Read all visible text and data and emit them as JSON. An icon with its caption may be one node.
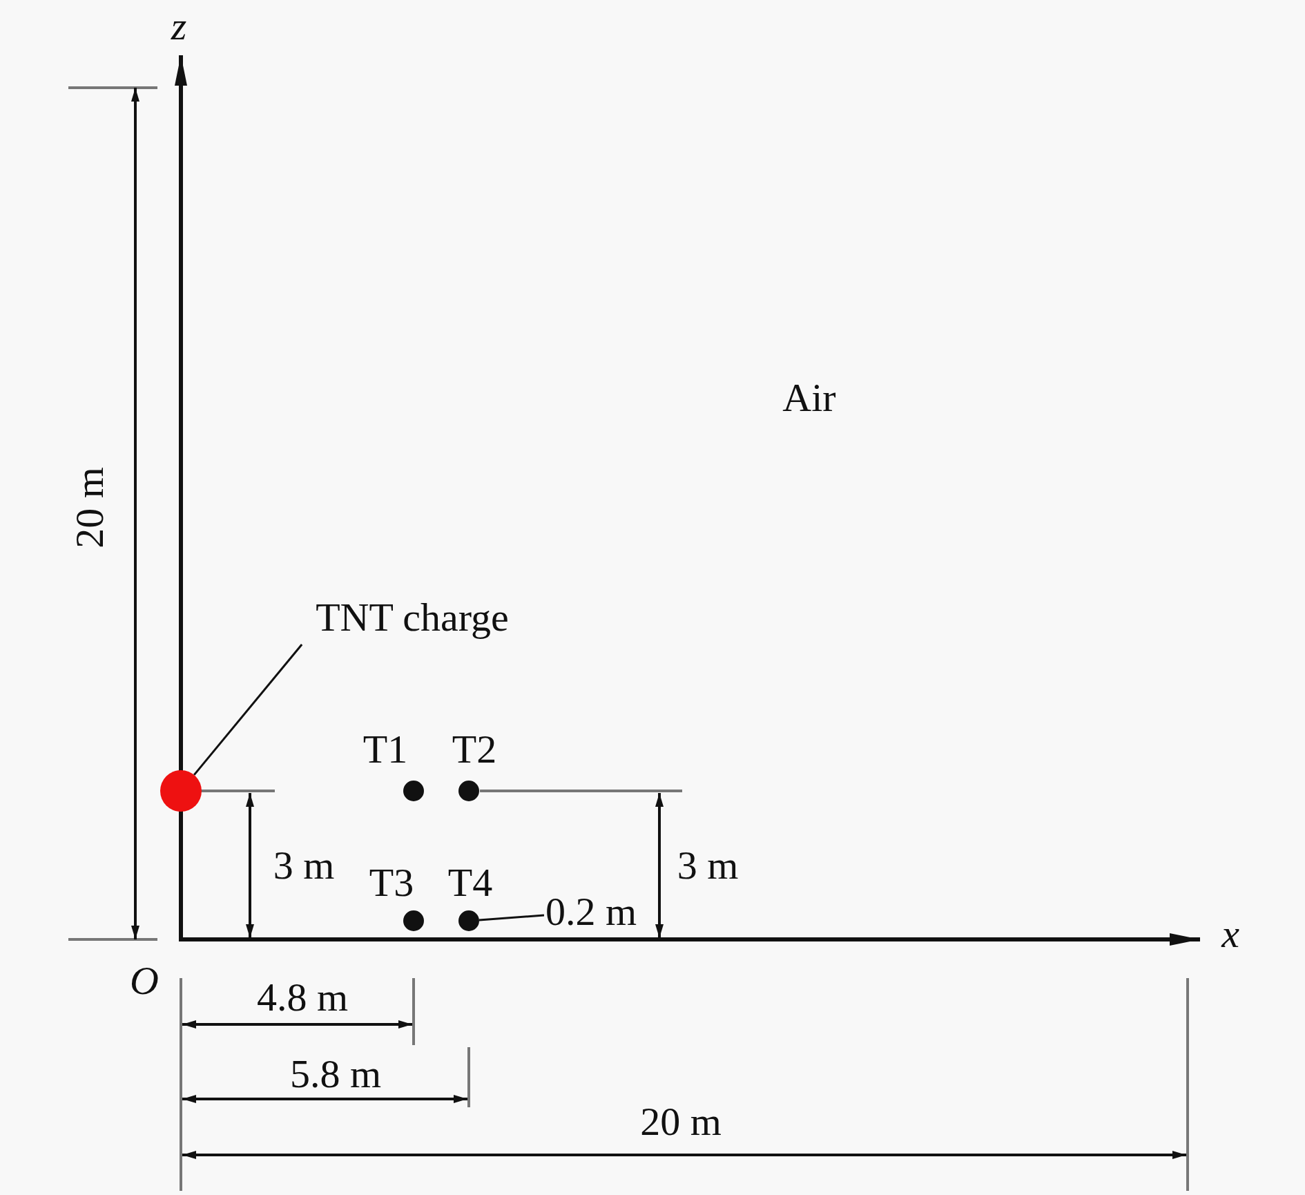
{
  "diagram": {
    "nodes": [
      {
        "text": [
          "TNT charge"
        ]
      },
      {
        "text": [],
        "shape": "circle"
      },
      {
        "text": [],
        "shape": "circle",
        "beside": [
          "T1"
        ]
      },
      {
        "text": [],
        "shape": "circle",
        "beside": [
          "T2"
        ]
      },
      {
        "text": [],
        "shape": "circle",
        "beside": [
          "T3"
        ]
      },
      {
        "text": [],
        "shape": "circle",
        "beside": [
          "T4"
        ]
      },
      {
        "text": [
          "0.2 m"
        ]
      }
    ],
    "edges": [
      {
        "from": 0,
        "to": 1,
        "arrow": "none"
      },
      {
        "from": 6,
        "to": 5,
        "arrow": "none"
      }
    ],
    "labels": [
      "z",
      "Air",
      "20 m",
      "3 m",
      "3 m",
      "x",
      "O",
      "4.8 m",
      "5.8 m",
      "20 m"
    ]
  }
}
